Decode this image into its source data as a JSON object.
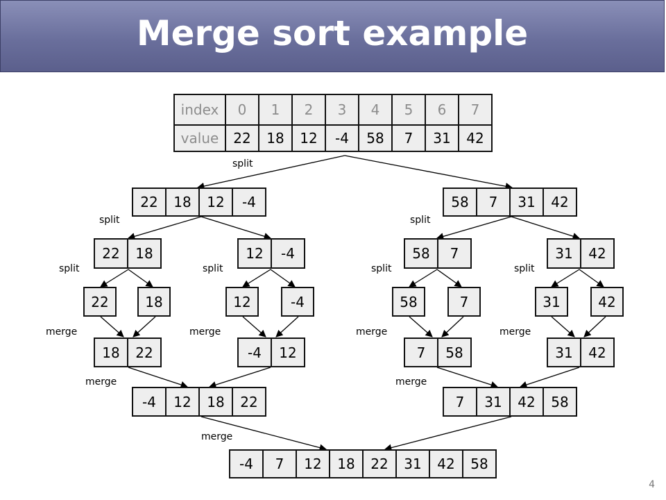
{
  "slide": {
    "title": "Merge sort example",
    "page_number": "4"
  },
  "table": {
    "index_label": "index",
    "value_label": "value",
    "indices": [
      "0",
      "1",
      "2",
      "3",
      "4",
      "5",
      "6",
      "7"
    ],
    "values": [
      "22",
      "18",
      "12",
      "-4",
      "58",
      "7",
      "31",
      "42"
    ]
  },
  "arrays": {
    "l1_left": [
      "22",
      "18",
      "12",
      "-4"
    ],
    "l1_right": [
      "58",
      "7",
      "31",
      "42"
    ],
    "l2_a": [
      "22",
      "18"
    ],
    "l2_b": [
      "12",
      "-4"
    ],
    "l2_c": [
      "58",
      "7"
    ],
    "l2_d": [
      "31",
      "42"
    ],
    "l3_a": [
      "22"
    ],
    "l3_b": [
      "18"
    ],
    "l3_c": [
      "12"
    ],
    "l3_d": [
      "-4"
    ],
    "l3_e": [
      "58"
    ],
    "l3_f": [
      "7"
    ],
    "l3_g": [
      "31"
    ],
    "l3_h": [
      "42"
    ],
    "m1_a": [
      "18",
      "22"
    ],
    "m1_b": [
      "-4",
      "12"
    ],
    "m1_c": [
      "7",
      "58"
    ],
    "m1_d": [
      "31",
      "42"
    ],
    "m2_left": [
      "-4",
      "12",
      "18",
      "22"
    ],
    "m2_right": [
      "7",
      "31",
      "42",
      "58"
    ],
    "final": [
      "-4",
      "7",
      "12",
      "18",
      "22",
      "31",
      "42",
      "58"
    ]
  },
  "labels": {
    "split": "split",
    "merge": "merge"
  },
  "colors": {
    "title_bg": "#6a6f9c",
    "cell_bg": "#eeeeee",
    "header_text": "#8c8c8c"
  }
}
